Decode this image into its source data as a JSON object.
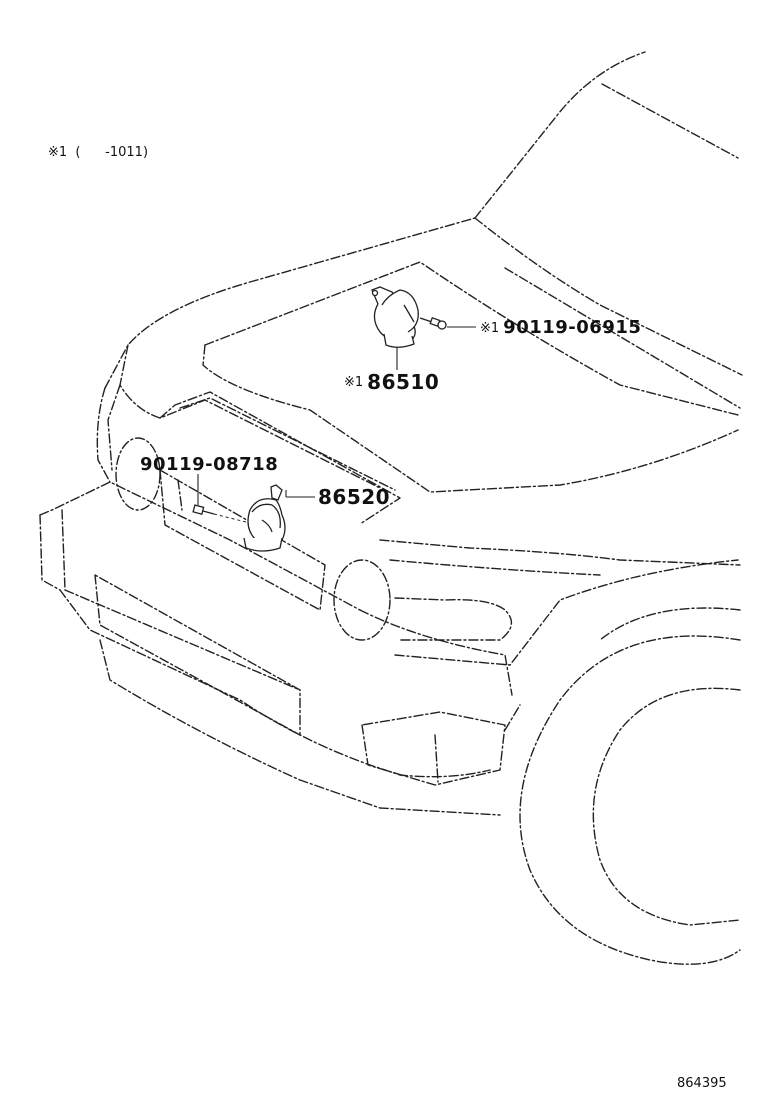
{
  "note": {
    "mark": "※1",
    "text": "(      -1011)"
  },
  "parts": {
    "horn_high": {
      "number": "86510",
      "mark": "※1"
    },
    "horn_high_screw": {
      "number": "90119-06915",
      "mark": "※1"
    },
    "horn_low": {
      "number": "86520"
    },
    "horn_low_screw": {
      "number": "90119-08718"
    }
  },
  "illustration_id": "864395"
}
